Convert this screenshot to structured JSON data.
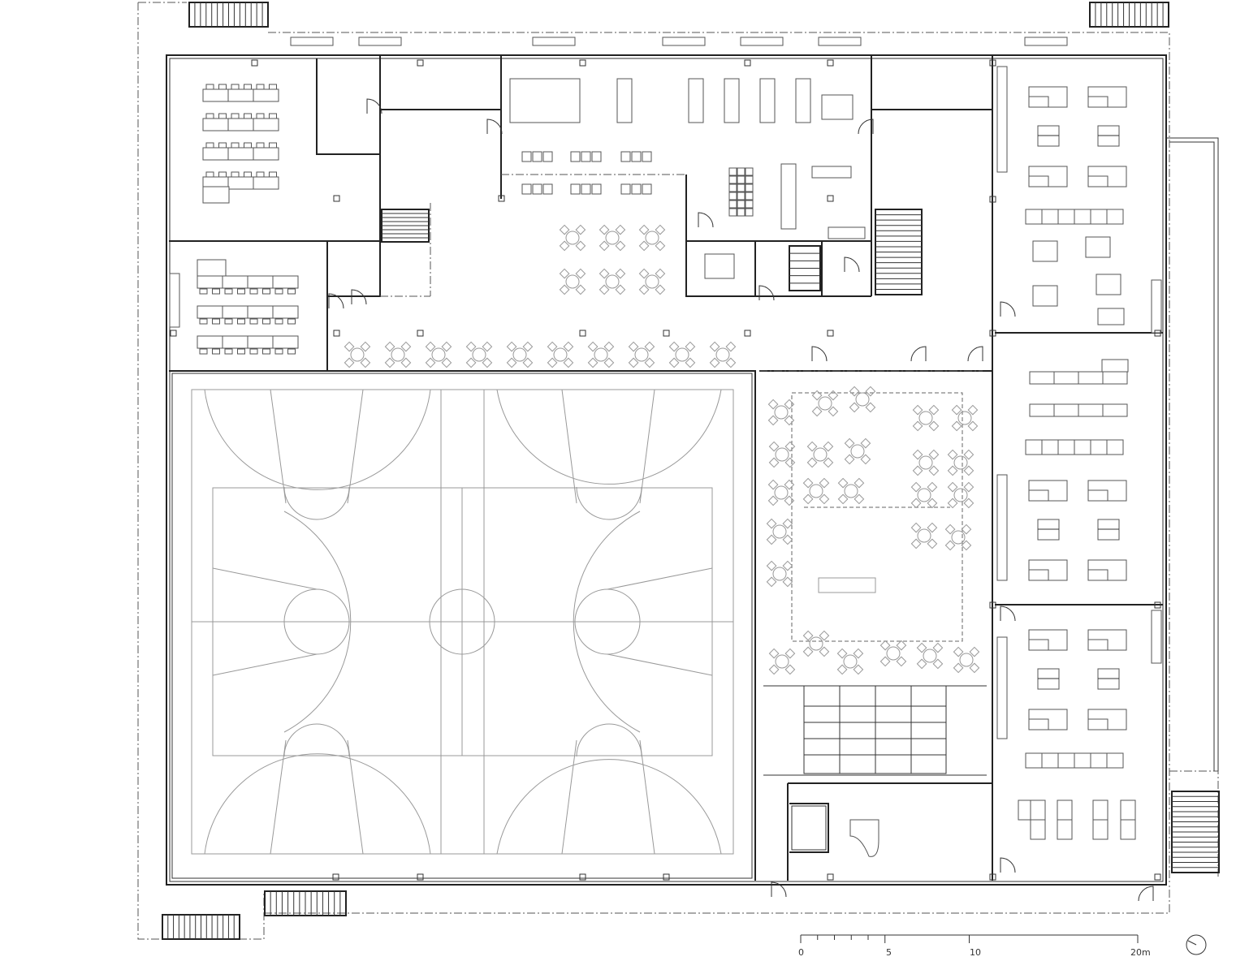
{
  "plan": {
    "type": "architectural floor plan",
    "line_color": "#222222",
    "court_line_color": "#999999"
  },
  "scale_bar": {
    "labels": [
      "0",
      "5",
      "10",
      "20m"
    ],
    "unit": "m",
    "values": [
      0,
      5,
      10,
      20
    ]
  },
  "north_arrow": {
    "icon": "north-arrow-icon"
  }
}
